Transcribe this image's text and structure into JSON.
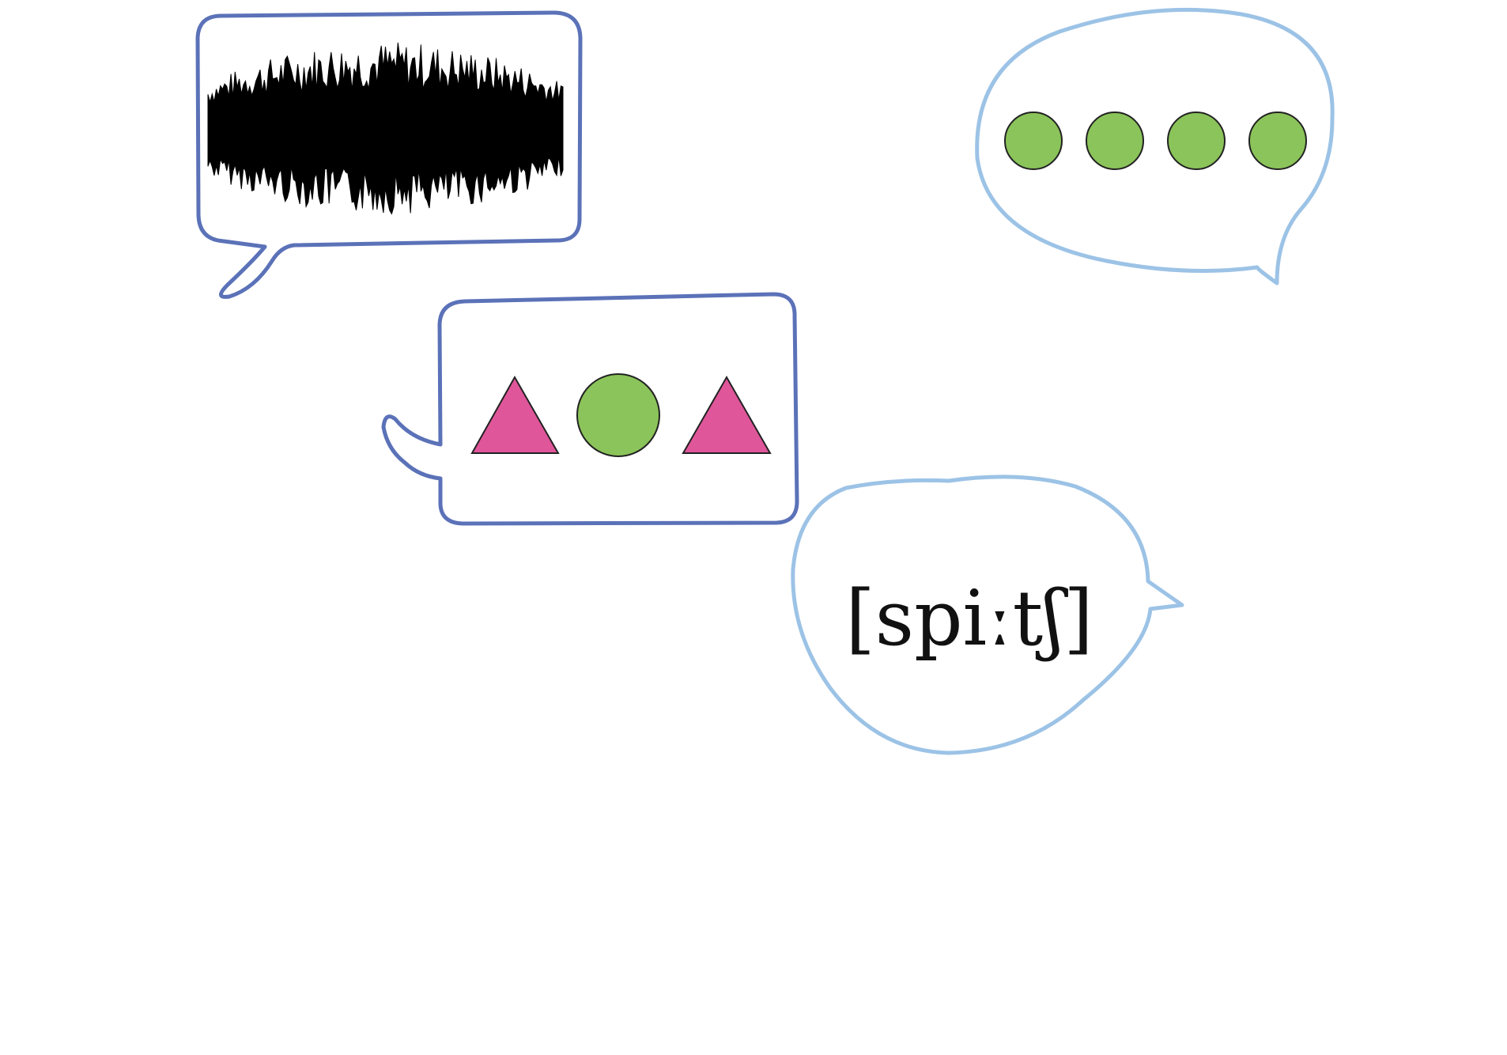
{
  "colors": {
    "figure_stroke": "#111111",
    "bubble_dark_blue": "#5b72b8",
    "bubble_light_blue": "#9cc3e6",
    "shape_pink": "#e0569a",
    "shape_green": "#8bc45a",
    "shape_outline": "#222222",
    "waveform": "#000000",
    "background": "#ffffff"
  },
  "speaker": {
    "waveform_bubble": {
      "content": "sound-waveform"
    },
    "meaning_bubble": {
      "shapes": [
        "triangle",
        "circle",
        "triangle"
      ]
    }
  },
  "listener": {
    "dots_bubble": {
      "dot_count": 4
    },
    "transcription_bubble": {
      "text": "[spiːtʃ]"
    }
  }
}
